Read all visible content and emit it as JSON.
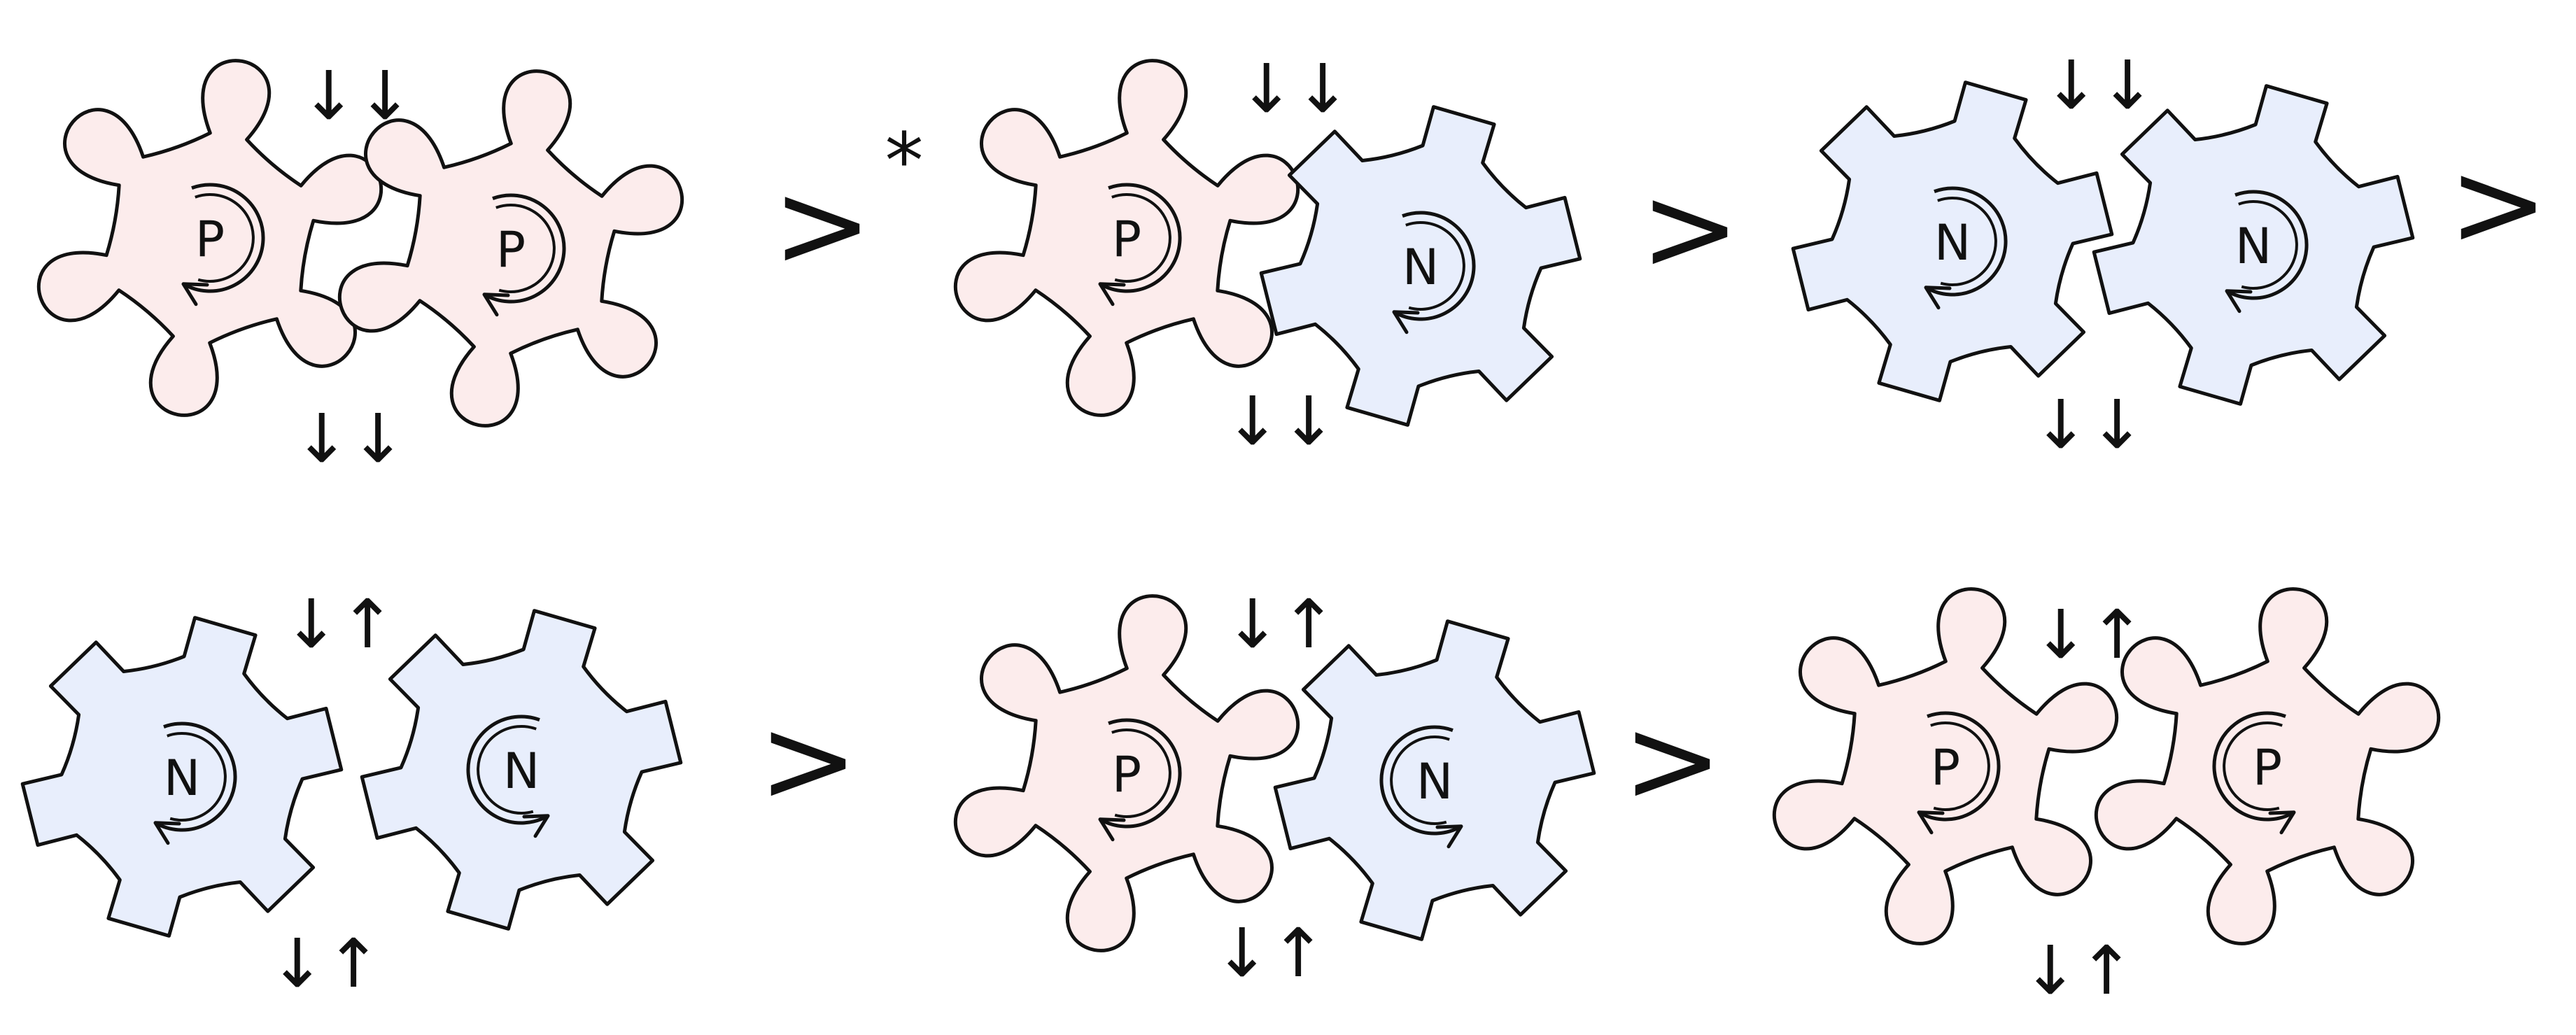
{
  "colors": {
    "outline": "#111111",
    "p_fill": "#fcecec",
    "n_fill": "#e8eefc",
    "background": "#ffffff"
  },
  "rows": [
    {
      "name": "spin-parallel-row",
      "panels": [
        {
          "left": {
            "label": "P",
            "type": "P",
            "rotation": "cw"
          },
          "right": {
            "label": "P",
            "type": "P",
            "rotation": "cw"
          },
          "spin_top": "↓↓",
          "spin_bottom": "↓↓"
        },
        {
          "left": {
            "label": "P",
            "type": "P",
            "rotation": "cw"
          },
          "right": {
            "label": "N",
            "type": "N",
            "rotation": "cw"
          },
          "spin_top": "↓↓",
          "spin_bottom": "↓↓"
        },
        {
          "left": {
            "label": "N",
            "type": "N",
            "rotation": "cw"
          },
          "right": {
            "label": "N",
            "type": "N",
            "rotation": "cw"
          },
          "spin_top": "↓↓",
          "spin_bottom": "↓↓"
        }
      ],
      "separators": [
        ">",
        ">",
        ">"
      ],
      "annotation": "*"
    },
    {
      "name": "spin-antiparallel-row",
      "panels": [
        {
          "left": {
            "label": "N",
            "type": "N",
            "rotation": "cw"
          },
          "right": {
            "label": "N",
            "type": "N",
            "rotation": "ccw"
          },
          "spin_top": "↓↑",
          "spin_bottom": "↓↑"
        },
        {
          "left": {
            "label": "P",
            "type": "P",
            "rotation": "cw"
          },
          "right": {
            "label": "N",
            "type": "N",
            "rotation": "ccw"
          },
          "spin_top": "↓↑",
          "spin_bottom": "↓↑"
        },
        {
          "left": {
            "label": "P",
            "type": "P",
            "rotation": "cw"
          },
          "right": {
            "label": "P",
            "type": "P",
            "rotation": "ccw"
          },
          "spin_top": "↓↑",
          "spin_bottom": "↓↑"
        }
      ],
      "separators": [
        ">",
        ">"
      ]
    }
  ]
}
